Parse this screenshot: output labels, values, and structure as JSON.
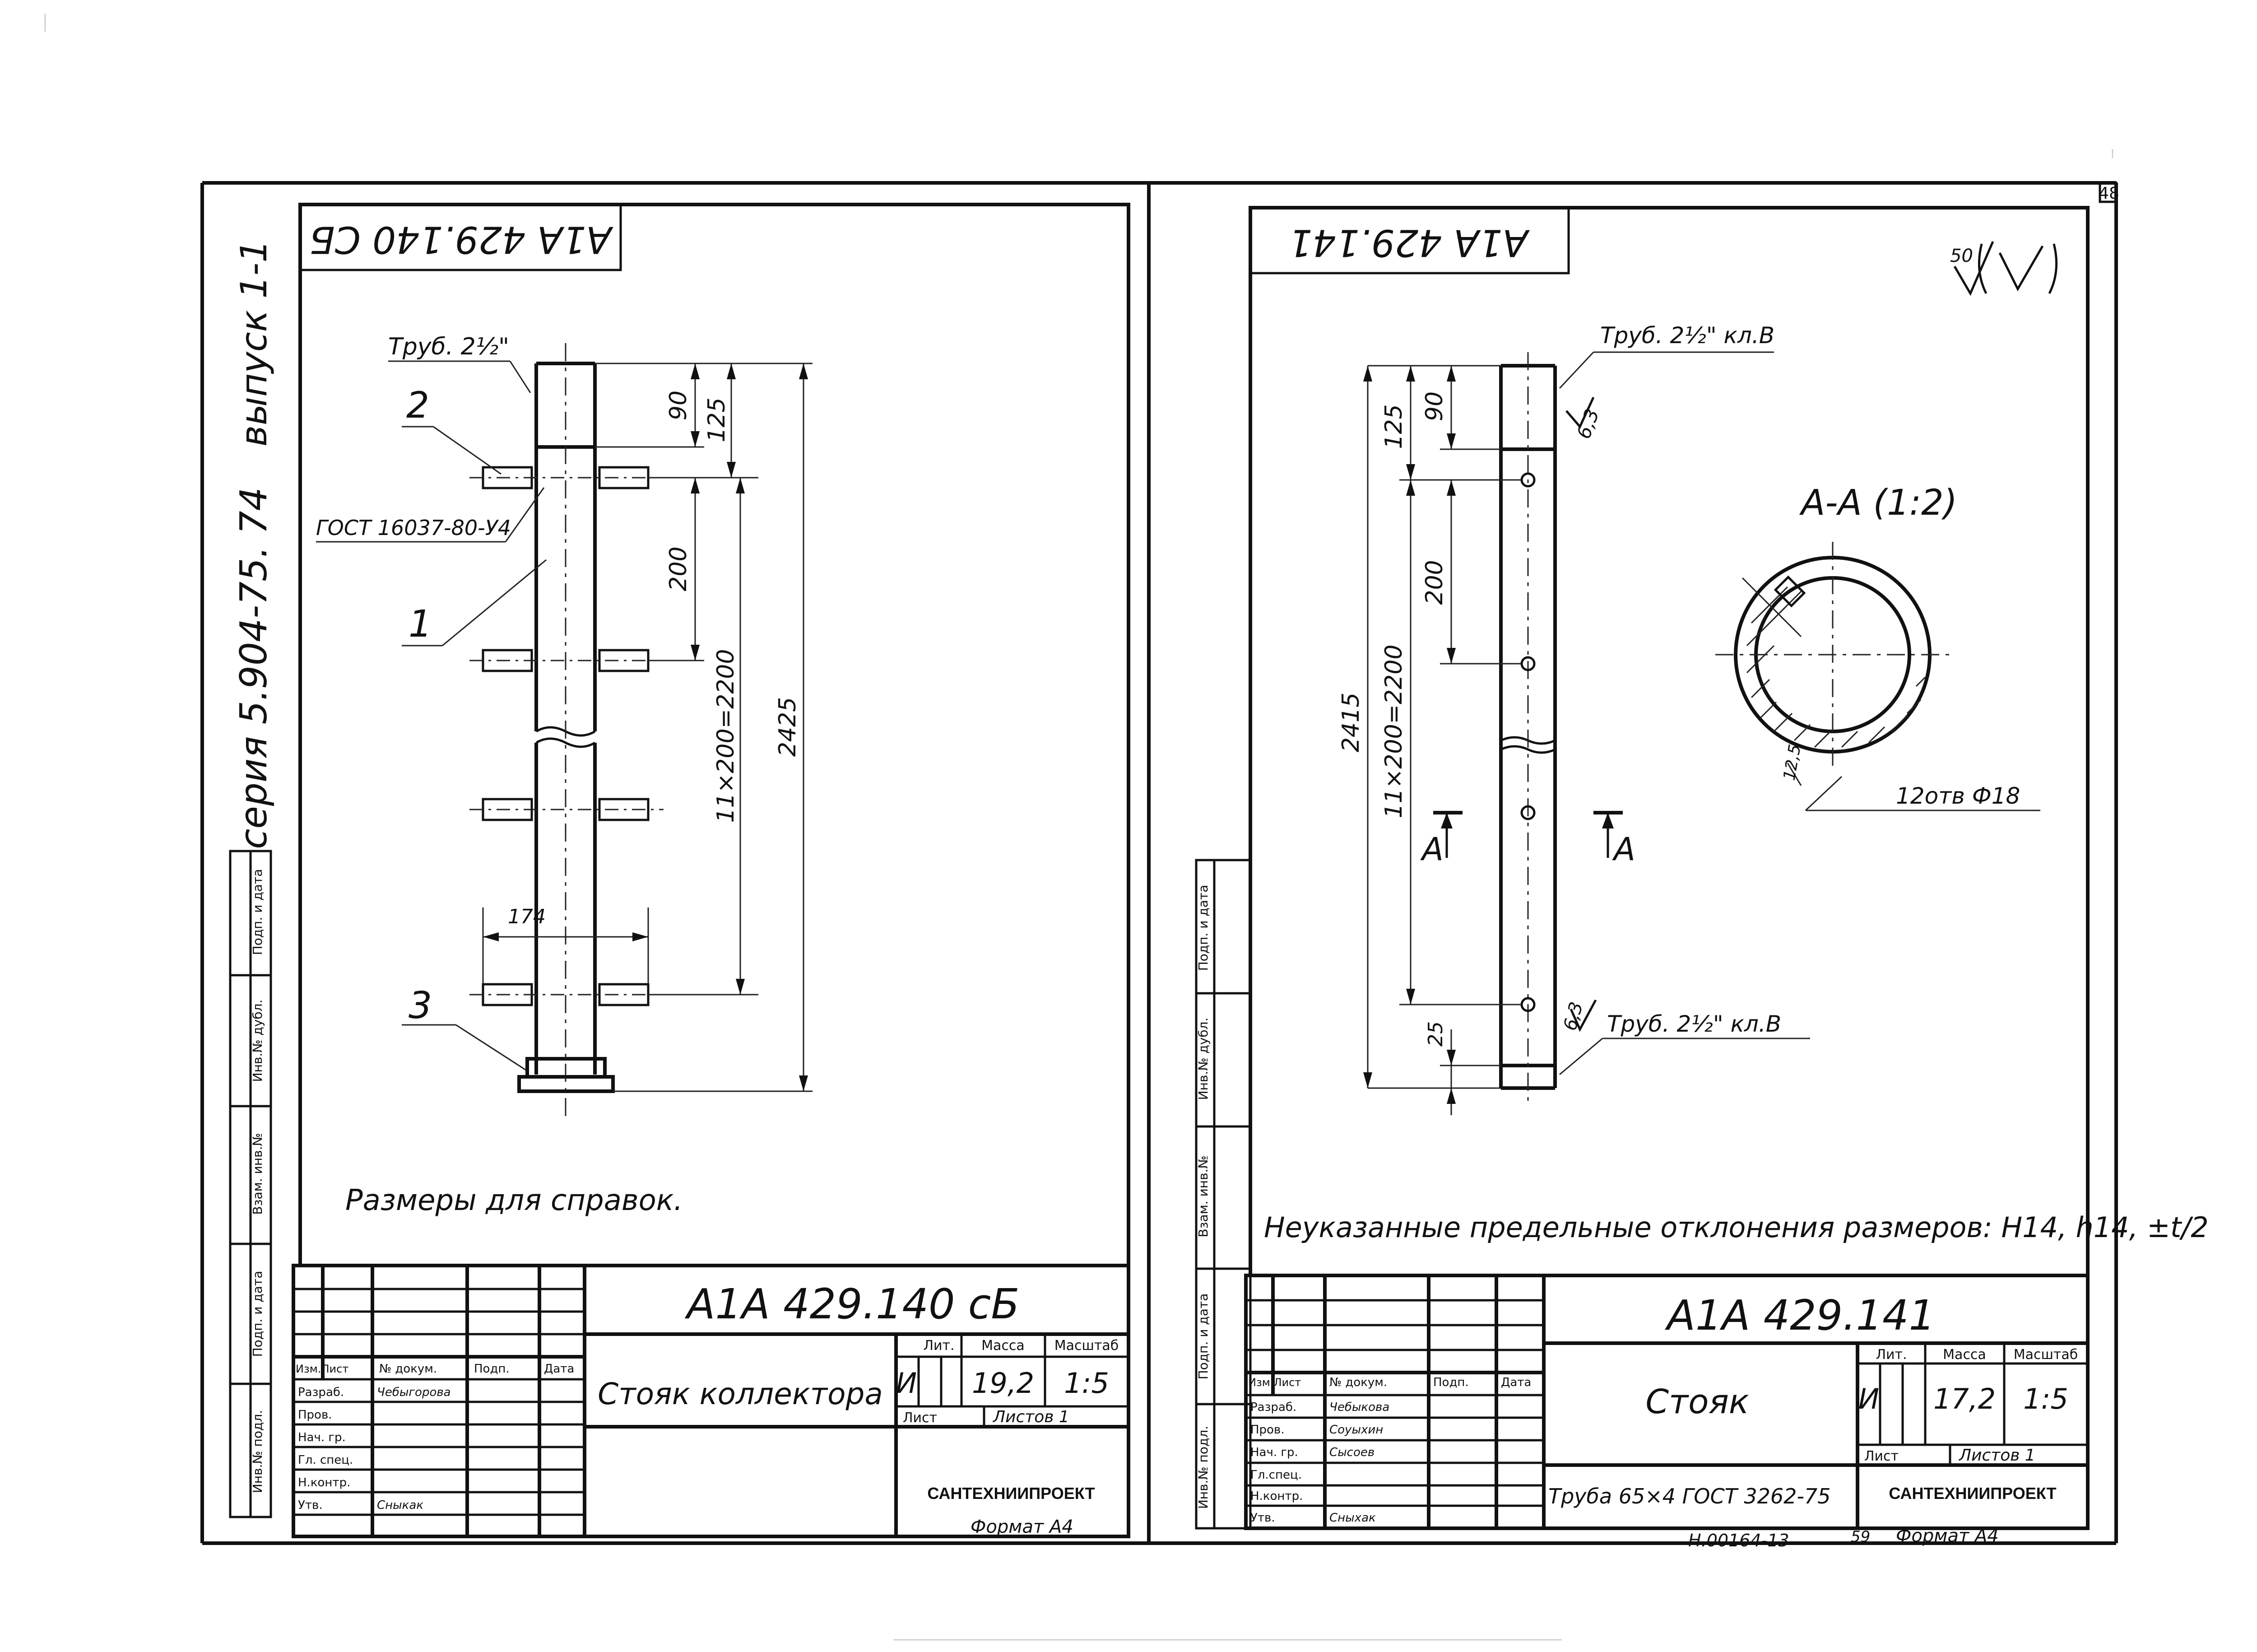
{
  "page_number": "48",
  "left_sheet": {
    "designation_rotated": "А1А 429.140 СБ",
    "series_rotated": "серия 5.904-75. 74",
    "issue_rotated": "выпуск 1-1",
    "callouts": {
      "pipe": "Труб. 2½\"",
      "item2": "2",
      "gost": "ГОСТ 16037-80-У4",
      "item1": "1",
      "item3": "3"
    },
    "dimensions": {
      "d90": "90",
      "d125": "125",
      "d200": "200",
      "d11x200": "11×200=2200",
      "d2425": "2425",
      "d174": "174"
    },
    "note": "Размеры для справок.",
    "side_stamp": [
      "Инв.№ подл.",
      "Подп. и дата",
      "Взам. инв.№",
      "Инв.№ дубл.",
      "Подп. и дата"
    ],
    "title_block": {
      "designation": "А1А 429.140 сБ",
      "name": "Стояк коллектора",
      "lit_header": "Лит.",
      "mass_header": "Масса",
      "scale_header": "Масштаб",
      "lit": "И",
      "mass": "19,2",
      "scale": "1:5",
      "sheet": "Лист",
      "sheets": "Листов 1",
      "org": "САНТЕХНИИПРОЕКТ",
      "rows": [
        "Изм.Лист",
        "№ докум.",
        "Подп.",
        "Дата",
        "Разраб.",
        "Пров.",
        "Нач. гр.",
        "Гл. спец.",
        "Н.контр.",
        "Утв."
      ],
      "names": [
        "Чебыгорова",
        "Сныкак"
      ]
    },
    "format": "Формат А4"
  },
  "right_sheet": {
    "designation_rotated": "А1А 429.141",
    "roughness": "50",
    "callouts": {
      "pipe_top": "Труб. 2½\" кл.В",
      "pipe_bottom": "Труб. 2½\" кл.В",
      "rough_top": "6,3",
      "rough_bottom": "6,3"
    },
    "dimensions": {
      "d90": "90",
      "d125": "125",
      "d200": "200",
      "d11x200": "11×200=2200",
      "d2415": "2415",
      "d25": "25"
    },
    "section_marks": [
      "А",
      "А"
    ],
    "section_title": "А-А (1:2)",
    "section_holes": "12отв Ф18",
    "section_dim": "12,5",
    "note": "Неуказанные предельные отклонения размеров: Н14, h14, ±t/2",
    "title_block": {
      "designation": "А1А 429.141",
      "name": "Стояк",
      "material": "Труба 65×4 ГОСТ 3262-75",
      "lit_header": "Лит.",
      "mass_header": "Масса",
      "scale_header": "Масштаб",
      "lit": "И",
      "mass": "17,2",
      "scale": "1:5",
      "sheet": "Лист",
      "sheets": "Листов 1",
      "org": "САНТЕХНИИПРОЕКТ",
      "rows": [
        "Изм.Лист",
        "№ докум.",
        "Подп.",
        "Дата",
        "Разраб.",
        "Пров.",
        "Нач. гр.",
        "Гл.спец.",
        "Н.контр.",
        "Утв."
      ],
      "names": [
        "Чебыкова",
        "Соуыхин",
        "Сысоев",
        "Сныхак"
      ]
    },
    "footer_code": "Н.00164-13",
    "footer_num": "59",
    "format": "Формат А4"
  }
}
